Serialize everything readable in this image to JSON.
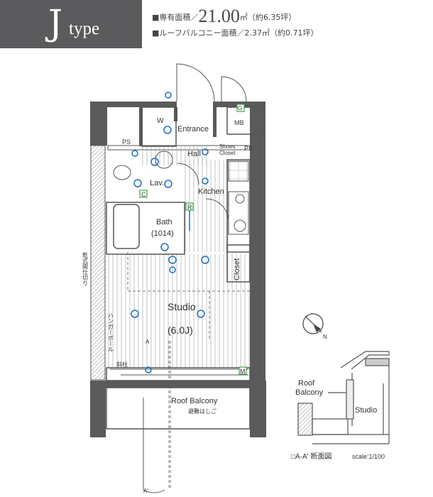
{
  "header": {
    "type_letter": "J",
    "type_word": "type",
    "area_label": "■専有面積／",
    "area_value": "21.00",
    "area_unit": "㎡（約6.35坪）",
    "balcony_label": "■ルーフバルコニー面積／2.37㎡（約0.71坪）"
  },
  "rooms": {
    "w": "W",
    "entrance": "Entrance",
    "mb": "MB",
    "g": "G",
    "hall": "Hall",
    "shoes_closet_1": "Shoes",
    "shoes_closet_2": "Closet",
    "ps_top": "PS",
    "ps_right": "PS",
    "lav": "Lav.",
    "kitchen": "Kitchen",
    "bath": "Bath",
    "bath_size": "(1014)",
    "closet": "Closet",
    "studio": "Studio",
    "studio_size": "(6.0J)",
    "roof_balcony": "Roof Balcony",
    "evac_hatch": "避難はしご",
    "partition": "乾式間仕切り",
    "hanger_pole": "ハンガーポール",
    "slanted_pillar": "斜柱",
    "marker_a": "A",
    "marker_a_prime": "A'",
    "c_mark": "C",
    "r_mark": "R",
    "m_mark": "M"
  },
  "section": {
    "roof_1": "Roof",
    "roof_2": "Balcony",
    "studio": "Studio",
    "caption": "□A-A' 断面図",
    "scale": "scale:1/100"
  },
  "compass": {
    "north": "N"
  },
  "colors": {
    "header_bg": "#5b5b5d",
    "fixture_blue": "#1a6fc4",
    "wall": "#5a5a5a",
    "marker_green": "#3ea34a"
  }
}
